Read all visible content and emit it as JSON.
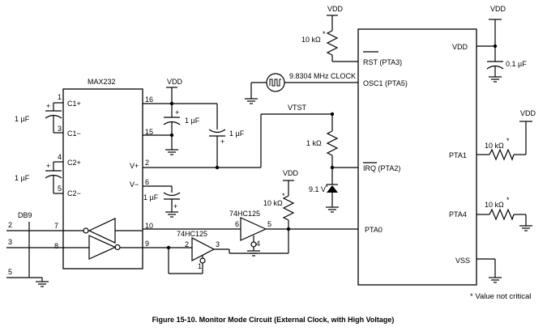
{
  "figure": {
    "caption": "Figure 15-10. Monitor Mode Circuit (External Clock, with High Voltage)",
    "footnote": "* Value not critical"
  },
  "max232": {
    "name": "MAX232",
    "pins": {
      "c1p": "C1+",
      "c1m": "C1−",
      "c2p": "C2+",
      "c2m": "C2−",
      "vplus": "V+",
      "vminus": "V−",
      "p1": "1",
      "p3": "3",
      "p4": "4",
      "p5": "5",
      "p16": "16",
      "p15": "15",
      "p2": "2",
      "p6": "6",
      "p7": "7",
      "p8": "8",
      "p9": "9",
      "p10": "10"
    }
  },
  "mcu": {
    "pins": {
      "rst": "RST (PTA3)",
      "osc1": "OSC1 (PTA5)",
      "irq": "IRQ (PTA2)",
      "pta0": "PTA0",
      "vdd": "VDD",
      "pta1": "PTA1",
      "pta4": "PTA4",
      "vss": "VSS"
    }
  },
  "db9": {
    "name": "DB9",
    "pins": [
      "2",
      "3",
      "5"
    ]
  },
  "labels": {
    "vdd_top_mid": "VDD",
    "vdd_top_right": "VDD",
    "vdd_max232": "VDD",
    "vdd_pullup": "VDD",
    "vdd_pta1": "VDD",
    "vtst": "VTST",
    "rst_res": "10 kΩ",
    "rst_star": "*",
    "clock": "9.8304 MHz CLOCK",
    "cap_vdd": "0.1 µF",
    "cap_c1": "1 µF",
    "cap_c2": "1 µF",
    "cap_vplus": "1 µF",
    "cap_vcc": "1 µF",
    "cap_vminus": "1 µF",
    "res_irq": "1 kΩ",
    "zener": "9.1 V",
    "res_pullup": "10 kΩ",
    "pullup_star": "*",
    "res_pta1": "10 kΩ",
    "pta1_star": "*",
    "res_pta4": "10 kΩ",
    "pta4_star": "*",
    "buf1": "74HC125",
    "buf1_in": "6",
    "buf1_out": "5",
    "buf1_en": "4",
    "buf2": "74HC125",
    "buf2_in": "2",
    "buf2_out": "3",
    "buf2_en": "1",
    "plus": "+"
  }
}
